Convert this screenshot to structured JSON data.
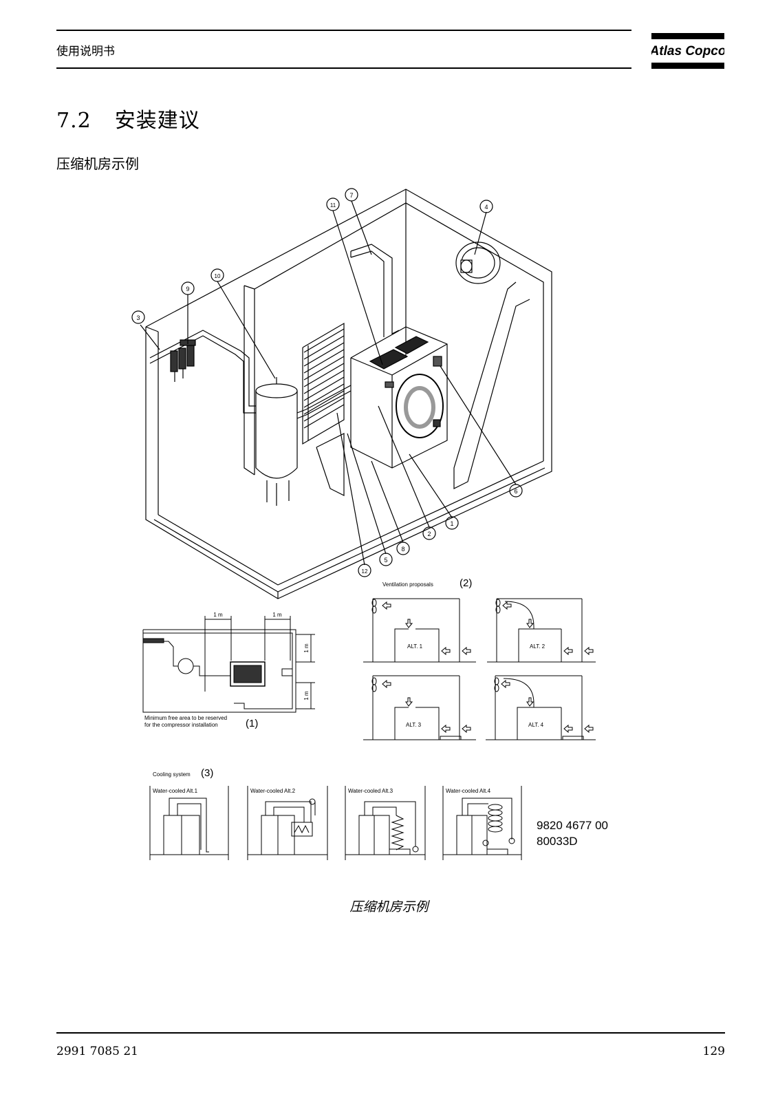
{
  "header": {
    "title": "使用说明书",
    "brand": "Atlas Copco"
  },
  "section": {
    "number": "7.2",
    "title": "安装建议"
  },
  "subtitle": "压缩机房示例",
  "figure": {
    "callouts": [
      "1",
      "2",
      "3",
      "4",
      "5",
      "6",
      "7",
      "8",
      "9",
      "10",
      "11",
      "12"
    ],
    "clearance_label": "1 m",
    "min_area_line1": "Minimum free area to be reserved",
    "min_area_line2": "for the compressor installation",
    "marker1": "(1)",
    "ventilation_title": "Ventilation proposals",
    "marker2": "(2)",
    "alt_labels": [
      "ALT. 1",
      "ALT. 2",
      "ALT. 3",
      "ALT. 4"
    ],
    "cooling_title": "Cooling system",
    "marker3": "(3)",
    "water_labels": [
      "Water-cooled Alt.1",
      "Water-cooled Alt.2",
      "Water-cooled Alt.3",
      "Water-cooled Alt.4"
    ],
    "code1": "9820 4677 00",
    "code2": "80033D"
  },
  "caption": "压缩机房示例",
  "footer": {
    "doc_number": "2991 7085 21",
    "page": "129"
  }
}
